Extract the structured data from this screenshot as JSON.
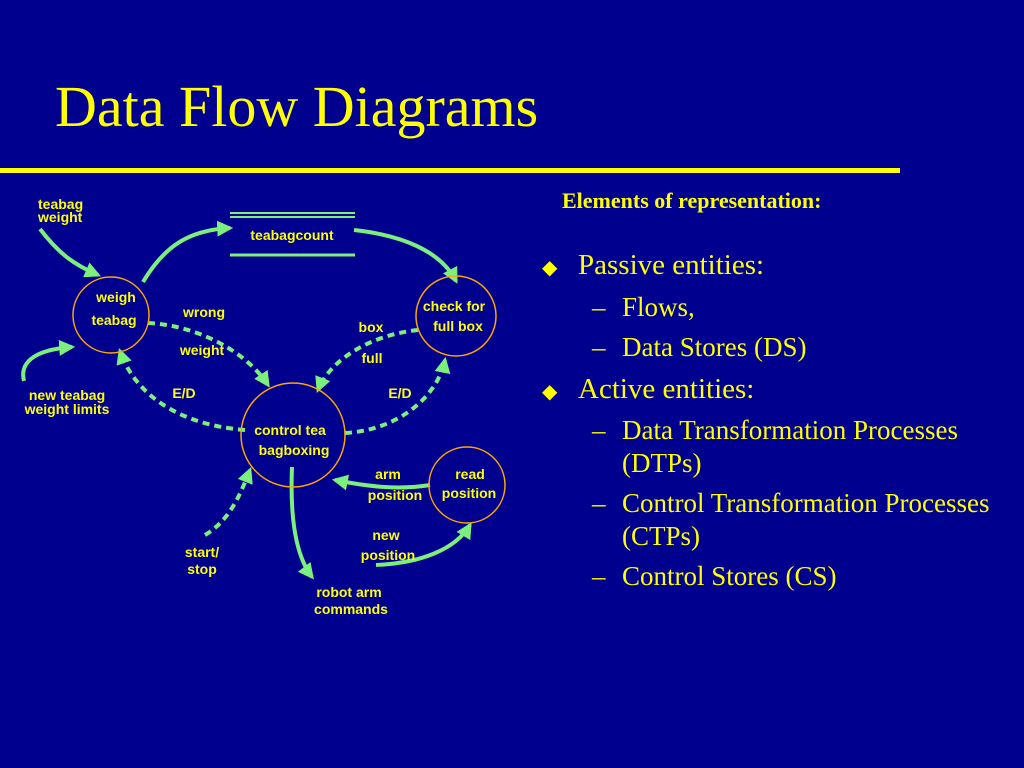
{
  "slide": {
    "title": "Data Flow Diagrams",
    "subtitle": "Elements of representation:"
  },
  "bullets": {
    "passive": {
      "label": "Passive entities:",
      "items": [
        "Flows,",
        "Data Stores (DS)"
      ]
    },
    "active": {
      "label": "Active entities:",
      "items": [
        "Data Transformation Processes (DTPs)",
        "Control Transformation Processes (CTPs)",
        "Control Stores (CS)"
      ]
    }
  },
  "diagram": {
    "store": "teabagcount",
    "processes": {
      "weigh": [
        "weigh",
        "teabag"
      ],
      "check": [
        "check for",
        "full box"
      ],
      "control": [
        "control tea",
        "bagboxing"
      ],
      "read": [
        "read",
        "position"
      ]
    },
    "flows": {
      "teabag_weight": [
        "teabag",
        "weight"
      ],
      "new_limits": [
        "new teabag",
        "weight limits"
      ],
      "wrong_weight": [
        "wrong",
        "weight"
      ],
      "ed_left": "E/D",
      "ed_right": "E/D",
      "box_full": [
        "box",
        "full"
      ],
      "arm_position": [
        "arm",
        "position"
      ],
      "new_position": [
        "new",
        "position"
      ],
      "start_stop": [
        "start/",
        "stop"
      ],
      "robot_commands": [
        "robot arm",
        "commands"
      ]
    }
  },
  "colors": {
    "background": "#00008f",
    "text": "#ffff00",
    "flow": "#7cf07c",
    "process_outline": "#ffa500"
  }
}
